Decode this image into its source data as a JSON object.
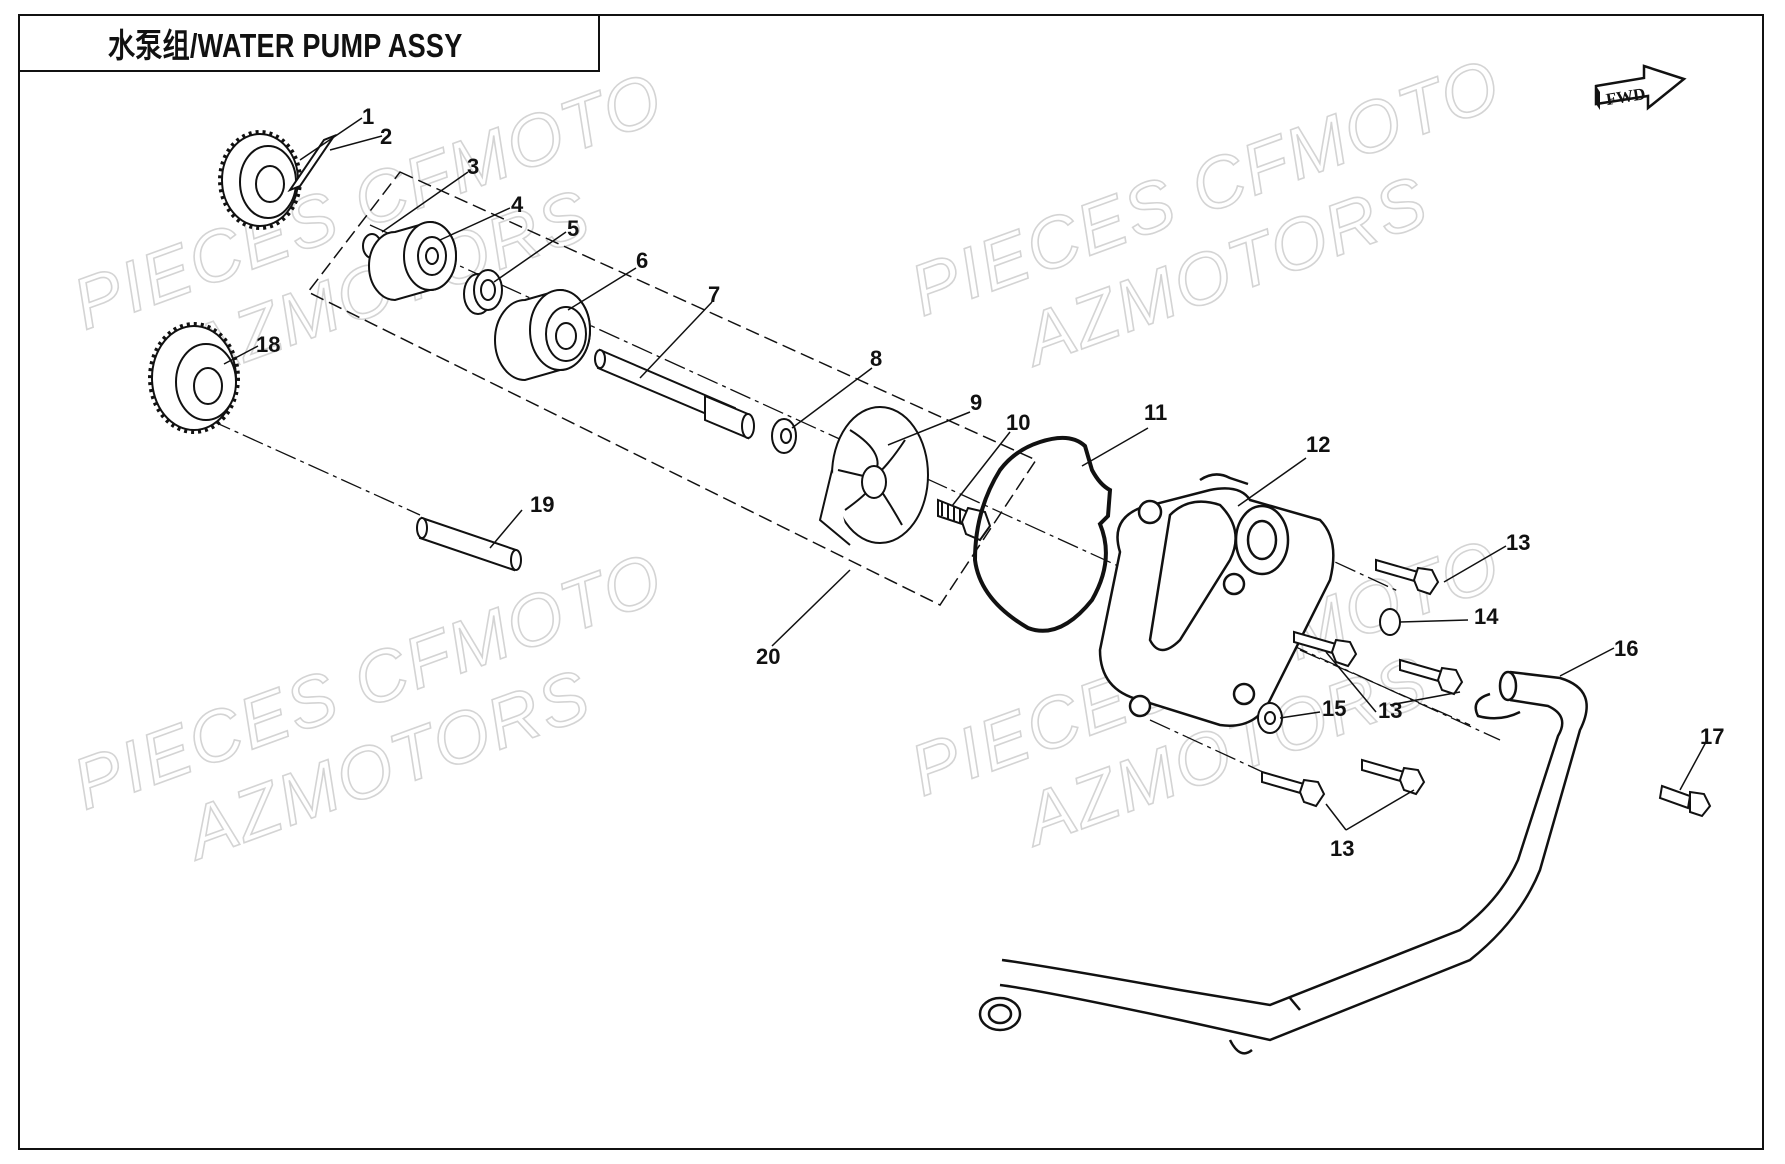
{
  "title": "水泵组/WATER PUMP ASSY",
  "fwd_label": "FWD",
  "watermark": {
    "line1": "PIECES CFMOTO",
    "line2": "AZMOTORS"
  },
  "callouts": [
    "1",
    "2",
    "3",
    "4",
    "5",
    "6",
    "7",
    "8",
    "9",
    "10",
    "11",
    "12",
    "13",
    "14",
    "15",
    "16",
    "17",
    "18",
    "19",
    "20"
  ]
}
